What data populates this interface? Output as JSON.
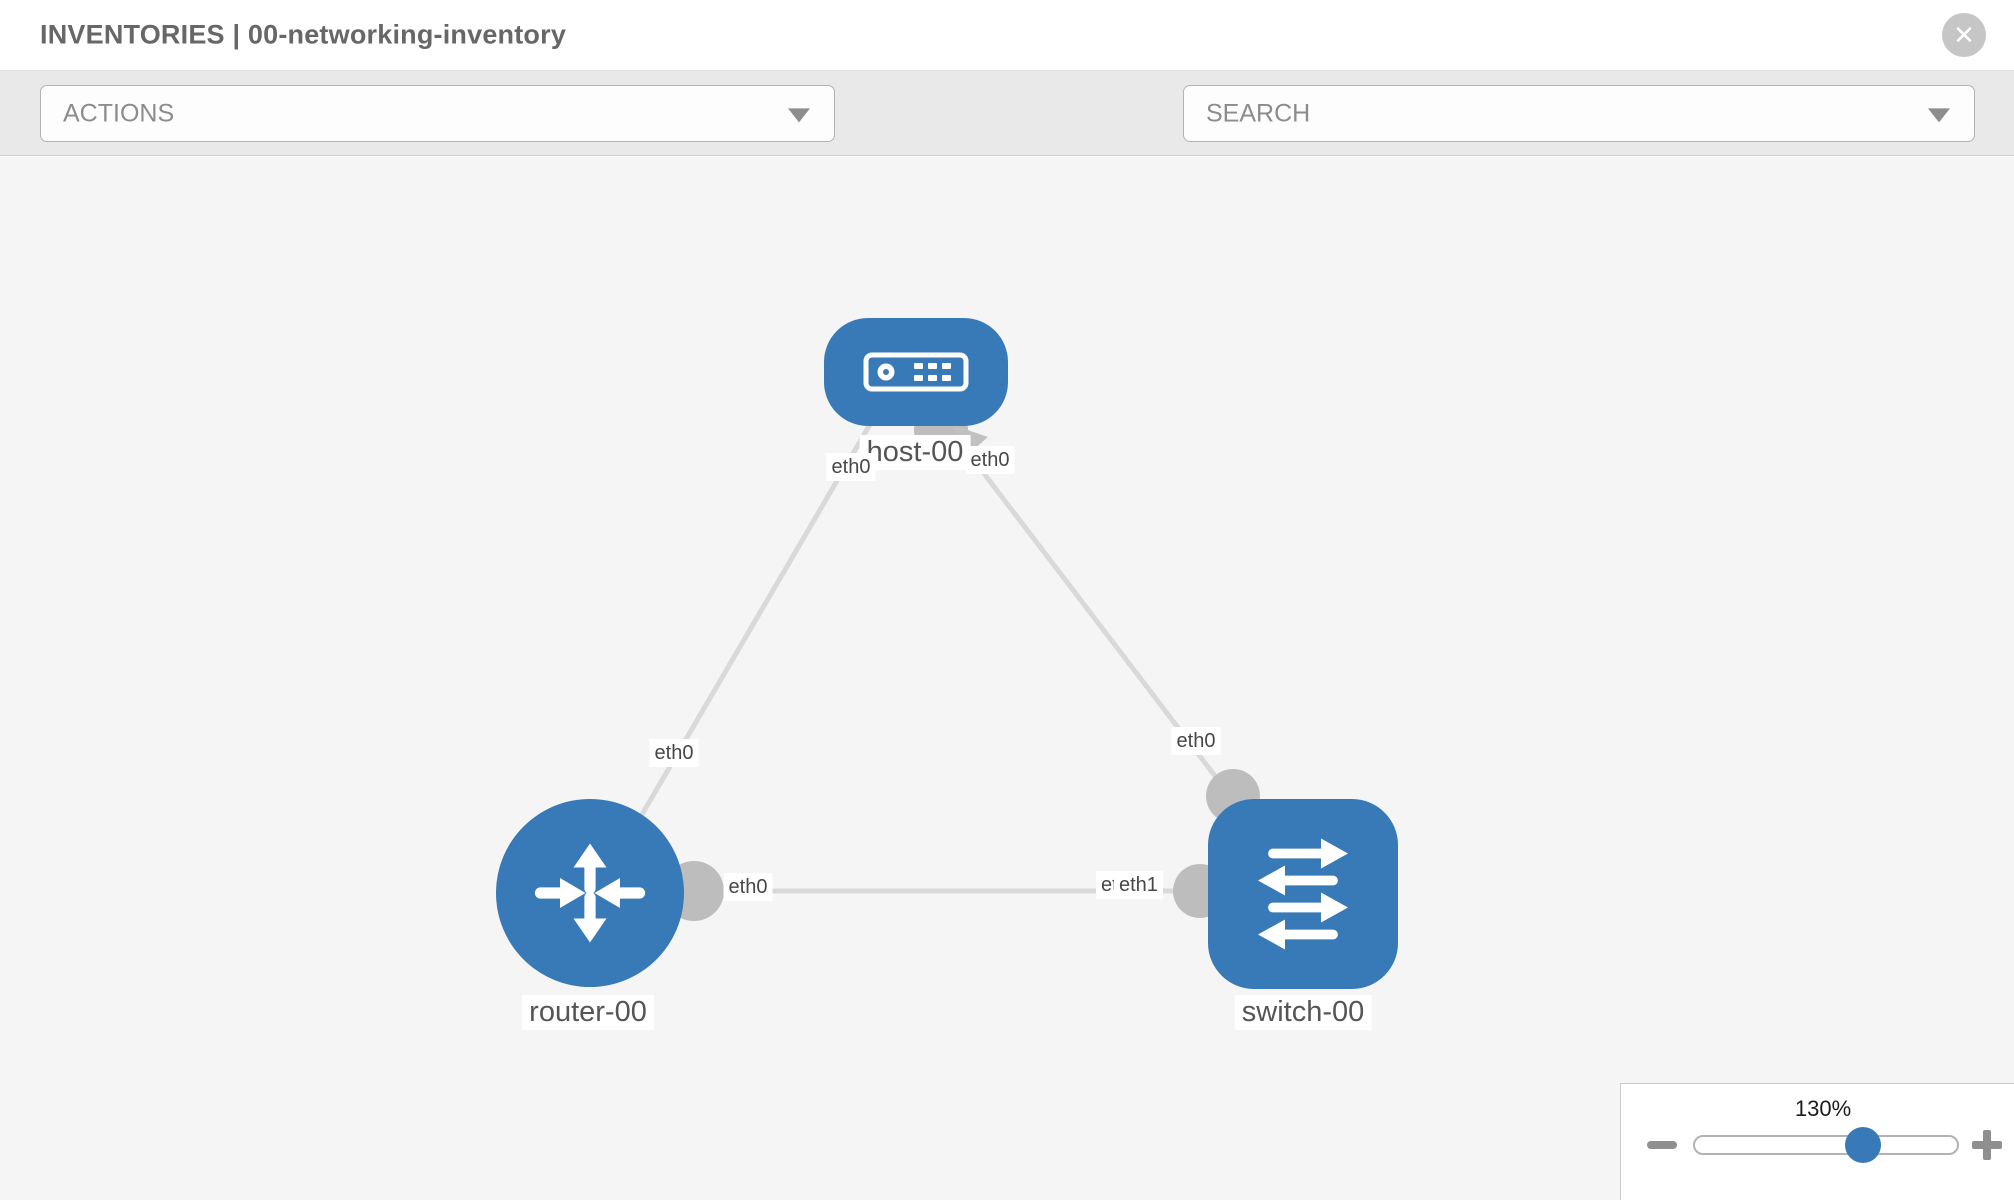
{
  "header": {
    "title": "INVENTORIES | 00-networking-inventory"
  },
  "icons": {
    "close": "✕",
    "wrench": "wrench-icon",
    "key": "key-icon",
    "caret": "chevron-down",
    "minus": "minus-icon",
    "plus": "plus-icon"
  },
  "toolbar": {
    "actions": {
      "value": "ACTIONS"
    },
    "search": {
      "placeholder": "SEARCH"
    }
  },
  "topology": {
    "nodes": [
      {
        "id": "host-00",
        "type": "host",
        "label": "host-00"
      },
      {
        "id": "router-00",
        "type": "router",
        "label": "router-00"
      },
      {
        "id": "switch-00",
        "type": "switch",
        "label": "switch-00"
      }
    ],
    "links": [
      {
        "source": "host-00",
        "target": "router-00",
        "source_interface": "eth0",
        "target_interface": "eth0"
      },
      {
        "source": "host-00",
        "target": "switch-00",
        "source_interface": "eth0",
        "target_interface": "eth0"
      },
      {
        "source": "router-00",
        "target": "switch-00",
        "source_interface": "eth0",
        "target_interface": "eth1"
      }
    ],
    "interface_chips": [
      {
        "text": "eth0"
      },
      {
        "text": "eth0"
      },
      {
        "text": "eth0"
      },
      {
        "text": "eth0"
      },
      {
        "text": "eth0"
      },
      {
        "text": "eth0"
      },
      {
        "text": "eth1"
      }
    ]
  },
  "zoom_control": {
    "value": "130%"
  },
  "colors": {
    "node_blue": "#3879b7",
    "link_gray": "#d9d9d9",
    "connector_gray": "#bdbdbd",
    "canvas_bg": "#f5f5f5",
    "toolbar_bg": "#e9e9e9"
  }
}
